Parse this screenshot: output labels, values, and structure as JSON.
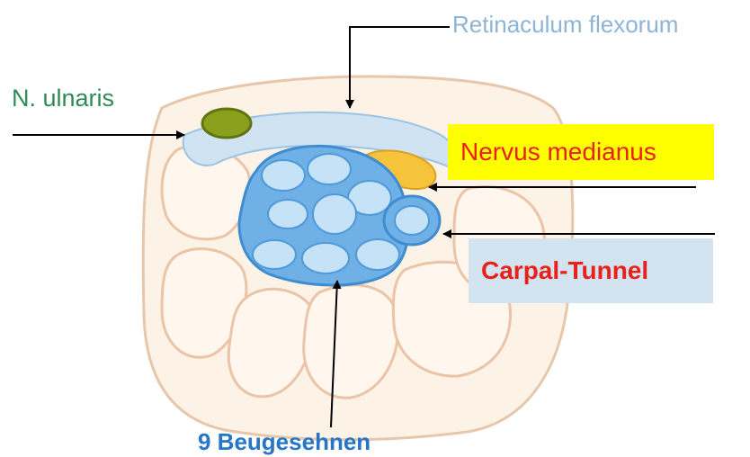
{
  "labels": {
    "retinaculum": "Retinaculum flexorum",
    "ulnaris": "N. ulnaris",
    "medianus": "Nervus medianus",
    "carpal_tunnel": "Carpal-Tunnel",
    "tendons": "9 Beugesehnen"
  },
  "colors": {
    "retinaculum_text": "#8db4d6",
    "ulnaris_text": "#2e8b57",
    "highlight_text": "#e8221b",
    "medianus_box": "#ffff00",
    "carpal_box": "#d4e3f0",
    "tendon_text": "#2676c8",
    "tendon_fill": "#8fc2ee",
    "nerve_median": "#f5c43a",
    "nerve_ulnar": "#8aa01c"
  }
}
